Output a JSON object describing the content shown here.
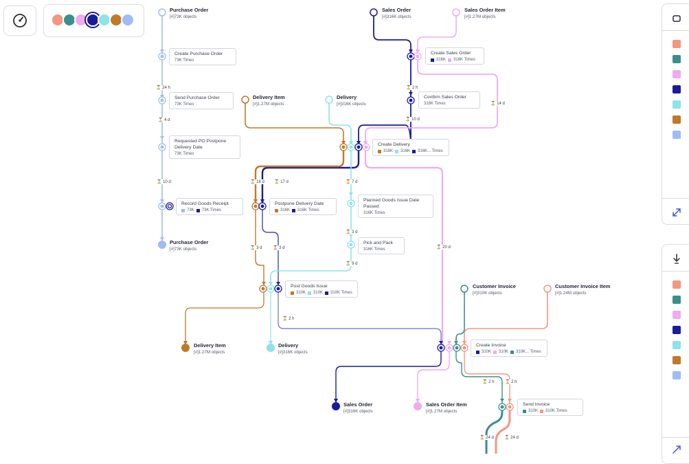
{
  "colors": {
    "purchase_order": "#9ebdf6",
    "sales_order": "#1a1a9e",
    "sales_order_item": "#f0aaf0",
    "delivery_item": "#c0792a",
    "delivery": "#8ee3ea",
    "customer_invoice": "#3a8f8c",
    "customer_invoice_item": "#f3977f"
  },
  "toolbar": {
    "gauge_icon": "gauge-icon",
    "filter_colors": [
      "#f3977f",
      "#3a8f8c",
      "#f0aaf0",
      "#1a1a9e",
      "#8ee3ea",
      "#c0792a",
      "#9ebdf6"
    ]
  },
  "legend_top": {
    "icon": "square-icon",
    "colors": [
      "#f3977f",
      "#3a8f8c",
      "#f0aaf0",
      "#1a1a9e",
      "#8ee3ea",
      "#c0792a",
      "#9ebdf6"
    ],
    "expand_icon": "expand-arrow-icon"
  },
  "legend_bottom": {
    "icon": "sort-down-icon",
    "colors": [
      "#f3977f",
      "#3a8f8c",
      "#f0aaf0",
      "#1a1a9e",
      "#8ee3ea",
      "#c0792a",
      "#9ebdf6"
    ],
    "expand_icon": "expand-arrow-icon"
  },
  "objects": {
    "po_start": {
      "title": "Purchase Order",
      "sub": "73K objects"
    },
    "po_end": {
      "title": "Purchase Order",
      "sub": "73K objects"
    },
    "so_start": {
      "title": "Sales Order",
      "sub": "316K objects"
    },
    "soi_start": {
      "title": "Sales Order Item",
      "sub": "1.27M objects"
    },
    "di_start": {
      "title": "Delivery Item",
      "sub": "1.27M objects"
    },
    "del_start": {
      "title": "Delivery",
      "sub": "316K objects"
    },
    "di_end": {
      "title": "Delivery Item",
      "sub": "1.27M objects"
    },
    "del_end": {
      "title": "Delivery",
      "sub": "316K objects"
    },
    "ci_start": {
      "title": "Customer Invoice",
      "sub": "310K objects"
    },
    "cii_start": {
      "title": "Customer Invoice Item",
      "sub": "1.24M objects"
    },
    "so_end": {
      "title": "Sales Order",
      "sub": "316K objects"
    },
    "soi_end": {
      "title": "Sales Order Item",
      "sub": "1.27M objects"
    }
  },
  "activities": {
    "create_po": {
      "name": "Create Purchase Order",
      "counts": [
        "73K Times"
      ]
    },
    "send_po": {
      "name": "Send Purchase Order",
      "counts": [
        "73K Times"
      ]
    },
    "req_postpone": {
      "name": "Requested PO Postpone Delivery Date",
      "counts": [
        "73K Times"
      ]
    },
    "record_gr": {
      "name": "Record Goods Receipt",
      "counts": [
        "73K",
        "73K Times"
      ]
    },
    "create_so": {
      "name": "Create Sales Order",
      "counts": [
        "316K",
        "316K Times"
      ]
    },
    "confirm_so": {
      "name": "Confirm Sales Order",
      "counts": [
        "316K Times"
      ]
    },
    "create_delivery": {
      "name": "Create Delivery",
      "counts": [
        "316K",
        "316K",
        "316K... Times"
      ]
    },
    "planned_gi": {
      "name": "Planned Goods Issue Date Passed",
      "counts": [
        "316K Times"
      ]
    },
    "postpone_dd": {
      "name": "Postpone Delivery Date",
      "counts": [
        "316K",
        "316K Times"
      ]
    },
    "pick_pack": {
      "name": "Pick and Pack",
      "counts": [
        "316K Times"
      ]
    },
    "post_gi": {
      "name": "Post Goods Issue",
      "counts": [
        "310K",
        "310K",
        "310K Times"
      ]
    },
    "create_invoice": {
      "name": "Create Invoice",
      "counts": [
        "310K",
        "310K",
        "310K... Times"
      ]
    },
    "send_invoice": {
      "name": "Send Invoice",
      "counts": [
        "310K",
        "310K Times"
      ]
    }
  },
  "durations": {
    "po_24h": "24 h",
    "po_4d": "4 d",
    "po_10d": "10 d",
    "so_2h": "2 h",
    "so_10d": "10 d",
    "soi_14d": "14 d",
    "di_16d": "16 d",
    "so_17d": "17 d",
    "del_7d": "7 d",
    "di_3d": "3 d",
    "so_3d": "3 d",
    "del_3d": "3 d",
    "del_9d": "9 d",
    "so_2h_b": "2 h",
    "soi_20d": "20 d",
    "ci_2h": "2 h",
    "cii_2h": "2 h",
    "ci_24d": "24 d",
    "cii_24d": "24 d"
  }
}
